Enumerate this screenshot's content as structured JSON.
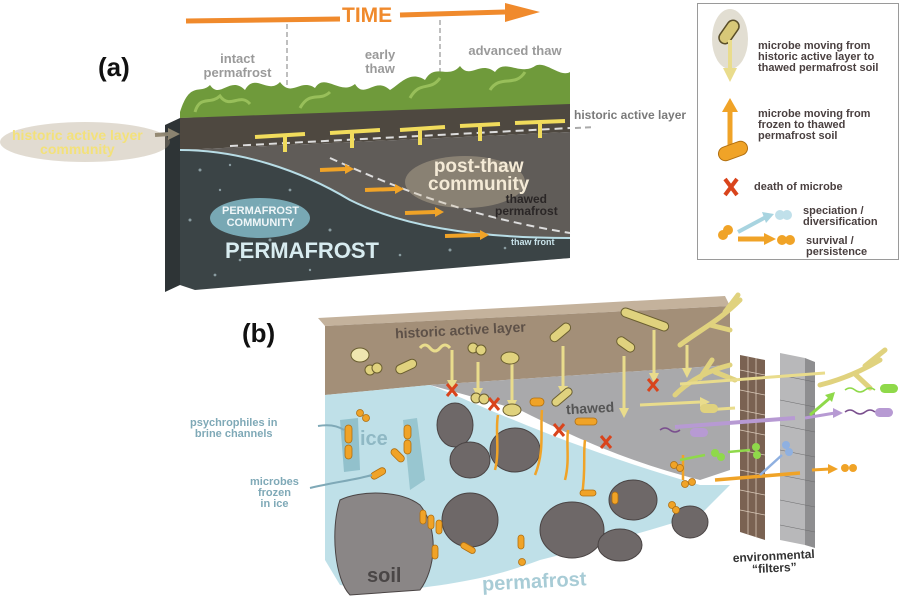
{
  "panel_a": {
    "label": "(a)",
    "time_axis": {
      "label": "TIME",
      "color": "#f08a2c"
    },
    "stages": [
      "intact permafrost",
      "early thaw",
      "advanced thaw"
    ],
    "labels": {
      "historic_active_layer_community_line1": "historic active layer",
      "historic_active_layer_community_line2": "community",
      "historic_active_layer": "historic active layer",
      "post_thaw_line1": "post-thaw",
      "post_thaw_line2": "community",
      "thawed_line1": "thawed",
      "thawed_line2": "permafrost",
      "thaw_front": "thaw front",
      "permafrost_community_line1": "PERMAFROST",
      "permafrost_community_line2": "COMMUNITY",
      "permafrost": "PERMAFROST"
    }
  },
  "legend": {
    "items": [
      {
        "icon": "microbe-down-arrow-icon",
        "line1": "microbe moving from",
        "line2": "historic active layer to",
        "line3": "thawed permafrost soil"
      },
      {
        "icon": "microbe-up-arrow-icon",
        "line1": "microbe moving from",
        "line2": "frozen to thawed",
        "line3": "permafrost soil"
      },
      {
        "icon": "death-x-icon",
        "line1": "death of microbe"
      },
      {
        "icon": "speciation-arrow-icon",
        "line1": "speciation /",
        "line2": "diversification"
      },
      {
        "icon": "survival-arrow-icon",
        "line1": "survival /",
        "line2": "persistence"
      }
    ]
  },
  "panel_b": {
    "label": "(b)",
    "labels": {
      "historic_active_layer": "historic active layer",
      "thawed": "thawed",
      "ice": "ice",
      "soil": "soil",
      "permafrost": "permafrost",
      "psychrophiles_line1": "psychrophiles in",
      "psychrophiles_line2": "brine channels",
      "frozen_line1": "microbes",
      "frozen_line2": "frozen",
      "frozen_line3": "in ice",
      "filters_line1": "environmental",
      "filters_line2": "“filters”"
    }
  },
  "colors": {
    "time_orange": "#f08a2c",
    "microbe_yellow": "#e9dc8c",
    "microbe_orange": "#f0a327",
    "death_red": "#d9441c",
    "ice_blue": "#b8dde6",
    "active_layer_tan": "#a38f78",
    "thawed_gray": "#a9a9ab",
    "speciation_blue": "#a8d4e0",
    "green": "#8fd94a",
    "purple": "#b79ad3"
  }
}
